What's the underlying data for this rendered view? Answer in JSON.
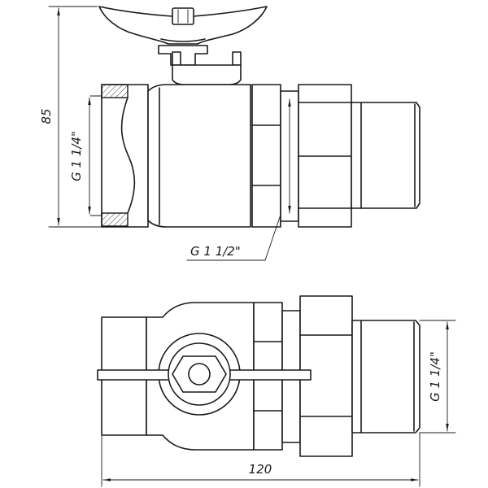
{
  "drawing": {
    "dimensions": {
      "height": "85",
      "width": "120",
      "inlet_thread": "G 1 1/4\"",
      "outlet_thread": "G 1 1/2\"",
      "union_thread": "G 1 1/4\""
    },
    "line_color": "#1a1a1a",
    "background": "#ffffff"
  }
}
